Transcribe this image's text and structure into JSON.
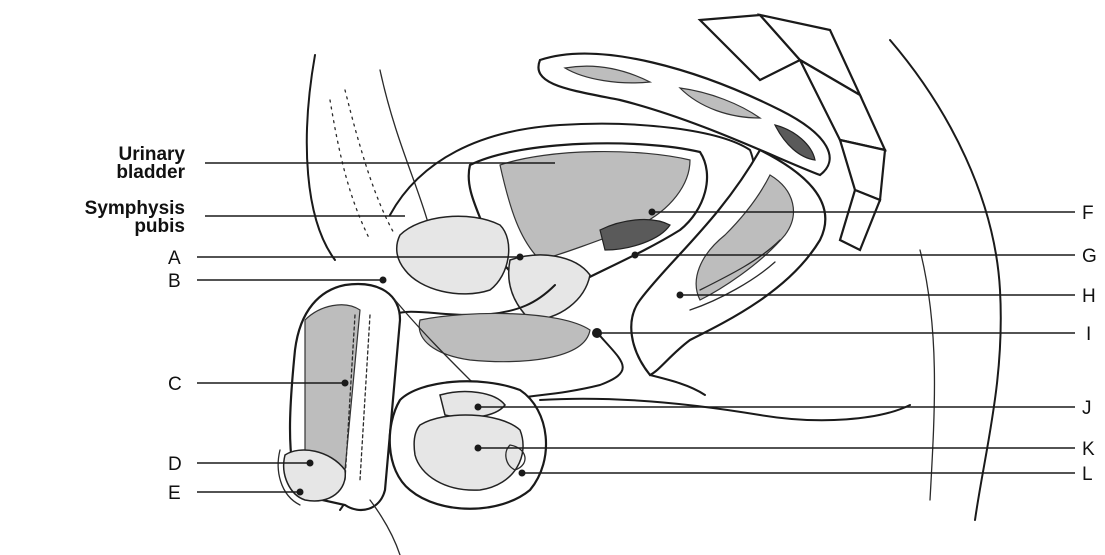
{
  "labels": {
    "urinary_bladder_line1": "Urinary",
    "urinary_bladder_line2": "bladder",
    "symphysis_pubis_line1": "Symphysis",
    "symphysis_pubis_line2": "pubis",
    "A": "A",
    "B": "B",
    "C": "C",
    "D": "D",
    "E": "E",
    "F": "F",
    "G": "G",
    "H": "H",
    "I": "I",
    "J": "J",
    "K": "K",
    "L": "L"
  }
}
